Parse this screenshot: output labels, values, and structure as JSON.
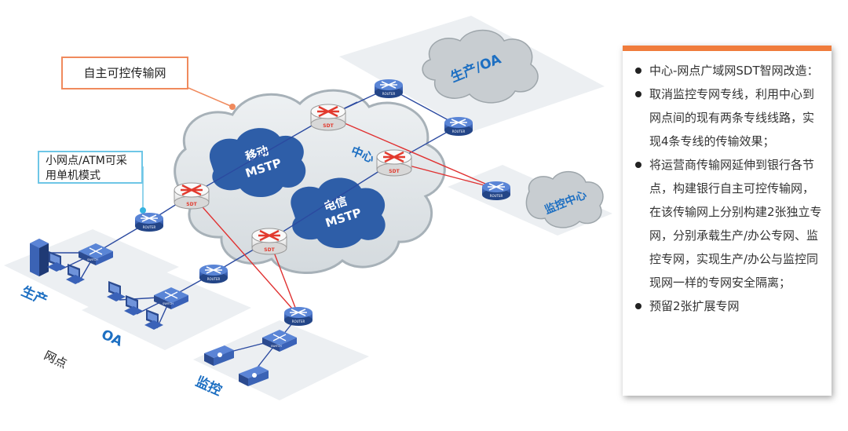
{
  "colors": {
    "cloud_fill": "#e6ebee",
    "cloud_stroke": "#aeb8be",
    "mstp_cloud": "#2e5ea8",
    "router_blue": "#3a62b8",
    "router_dark": "#2b4a8f",
    "sdt_red": "#e23a2e",
    "link_blue": "#2b4aa0",
    "link_red": "#e03131",
    "platform": "#e9edf0",
    "label_blue": "#1d6fc2",
    "panel_accent": "#f07c3c",
    "callout_orange": "#f08a5d",
    "callout_cyan": "#6ec6e6"
  },
  "callouts": {
    "autonomous": "自主可控传输网",
    "single_mode": "小网点/ATM可采用单机模式"
  },
  "clouds": {
    "mobile": "移动\nMSTP",
    "telecom": "电信\nMSTP",
    "production_oa": "生产/OA",
    "monitor_center": "监控中心"
  },
  "labels": {
    "center": "中心",
    "production": "生产",
    "oa": "OA",
    "monitor": "监控",
    "branch": "网点",
    "sdt": "SDT",
    "router": "ROUTER",
    "switch": "SWITCH"
  },
  "panel": {
    "bullets": [
      "中心-网点广域网SDT智网改造：",
      "取消监控专网专线，利用中心到网点间的现有两条专线线路，实现4条专线的传输效果；",
      "将运营商传输网延伸到银行各节点，构建银行自主可控传输网，在该传输网上分别构建2张独立专网，分别承载生产/办公专网、监控专网，实现生产/办公与监控同现网一样的专网安全隔离；",
      "预留2张扩展专网"
    ]
  }
}
